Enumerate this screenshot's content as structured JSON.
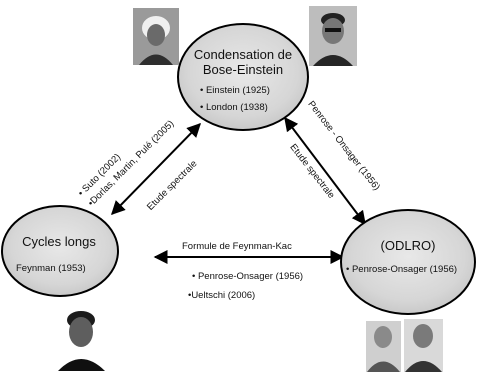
{
  "nodes": {
    "top": {
      "title_line1": "Condensation de",
      "title_line2": "Bose-Einstein",
      "items": [
        "• Einstein (1925)",
        "• London (1938)"
      ]
    },
    "left": {
      "title": "Cycles longs",
      "items": [
        "Feynman (1953)"
      ]
    },
    "right": {
      "title": "(ODLRO)",
      "items": [
        "• Penrose-Onsager (1956)"
      ]
    }
  },
  "edges": {
    "left_top": {
      "outer_lines": [
        "• Suto (2002)",
        "•Dorlas, Martin, Pulé (2005)"
      ],
      "inner_label": "Etude spectrale"
    },
    "top_right": {
      "outer_label": "Penrose - Onsager (1956)",
      "inner_label": "Etude spectrale"
    },
    "left_right": {
      "label": "Formule de Feynman-Kac",
      "items": [
        "• Penrose-Onsager (1956)",
        "•Ueltschi (2006)"
      ]
    }
  },
  "photos": [
    {
      "name": "einstein-photo"
    },
    {
      "name": "london-photo"
    },
    {
      "name": "feynman-photo"
    },
    {
      "name": "penrose-photo"
    },
    {
      "name": "onsager-photo"
    }
  ]
}
